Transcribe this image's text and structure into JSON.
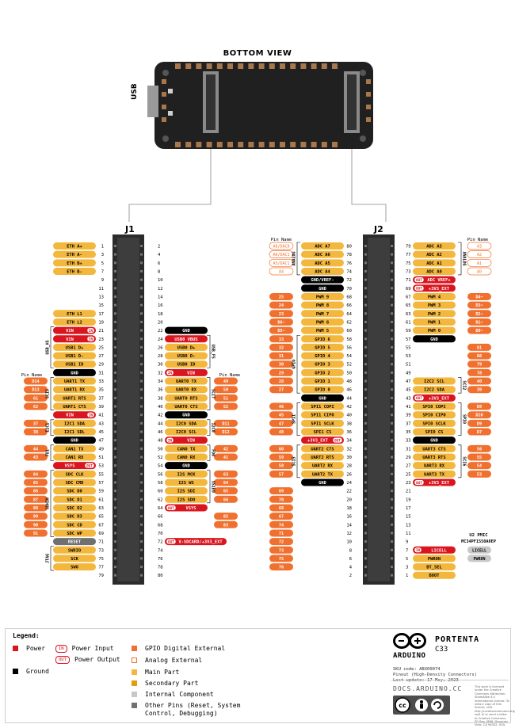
{
  "title": "BOTTOM VIEW",
  "usb_label": "USB",
  "connectors": {
    "j1": "J1",
    "j2": "J2"
  },
  "colors": {
    "power": "#d9161f",
    "ground": "#000000",
    "digital": "#f0712f",
    "main": "#f3b73d",
    "secondary": "#e69c11",
    "internal": "#c8c8c8",
    "other": "#707070",
    "analog_border": "#f0712f",
    "board": "#202020",
    "pad": "#a8774c",
    "pin": "#777777"
  },
  "pin_name_header": "Pin Name",
  "j1_left": [
    {
      "pin": "1",
      "name": "ETH A+",
      "t": "main"
    },
    {
      "pin": "3",
      "name": "ETH A-",
      "t": "main"
    },
    {
      "pin": "5",
      "name": "ETH B+",
      "t": "main"
    },
    {
      "pin": "7",
      "name": "ETH B-",
      "t": "main"
    },
    {
      "pin": "9"
    },
    {
      "pin": "11"
    },
    {
      "pin": "13"
    },
    {
      "pin": "15"
    },
    {
      "pin": "17",
      "name": "ETH L1",
      "t": "main"
    },
    {
      "pin": "19",
      "name": "ETH L2",
      "t": "main"
    },
    {
      "pin": "21",
      "name": "VIN",
      "t": "power",
      "badge": "IN"
    },
    {
      "pin": "23",
      "name": "VIN",
      "t": "power",
      "badge": "IN"
    },
    {
      "pin": "25",
      "name": "USB1 D+",
      "t": "main"
    },
    {
      "pin": "27",
      "name": "USB1 D-",
      "t": "main"
    },
    {
      "pin": "29",
      "name": "USB1 ID",
      "t": "main"
    },
    {
      "pin": "31",
      "name": "GND",
      "t": "ground"
    },
    {
      "pin": "33",
      "name": "UART1 TX",
      "t": "main",
      "pn": "D14"
    },
    {
      "pin": "35",
      "name": "UART1 RX",
      "t": "main",
      "pn": "D13"
    },
    {
      "pin": "37",
      "name": "UART1 RTS",
      "t": "main",
      "pn": "61"
    },
    {
      "pin": "39",
      "name": "UART1 CTS",
      "t": "main",
      "pn": "62"
    },
    {
      "pin": "41",
      "name": "VIN",
      "t": "power",
      "badge": "IN"
    },
    {
      "pin": "43",
      "name": "I2C1 SDA",
      "t": "main",
      "pn": "37"
    },
    {
      "pin": "45",
      "name": "I2C1 SDL",
      "t": "main",
      "pn": "38"
    },
    {
      "pin": "47",
      "name": "GND",
      "t": "ground"
    },
    {
      "pin": "49",
      "name": "CAN1 TX",
      "t": "main",
      "pn": "44"
    },
    {
      "pin": "51",
      "name": "CAN1 RX",
      "t": "main",
      "pn": "43"
    },
    {
      "pin": "53",
      "name": "VSYS",
      "t": "power",
      "badge": "OUT"
    },
    {
      "pin": "55",
      "name": "SDC CLK",
      "t": "main",
      "pn": "84"
    },
    {
      "pin": "57",
      "name": "SDC CMD",
      "t": "main",
      "pn": "85"
    },
    {
      "pin": "59",
      "name": "SDC D0",
      "t": "main",
      "pn": "86"
    },
    {
      "pin": "61",
      "name": "SDC D1",
      "t": "main",
      "pn": "87"
    },
    {
      "pin": "63",
      "name": "SDC D2",
      "t": "main",
      "pn": "88"
    },
    {
      "pin": "65",
      "name": "SDC D3",
      "t": "main",
      "pn": "89"
    },
    {
      "pin": "67",
      "name": "SDC CD",
      "t": "main",
      "pn": "90"
    },
    {
      "pin": "69",
      "name": "SDC WP",
      "t": "main",
      "pn": "91"
    },
    {
      "pin": "71",
      "name": "RESET",
      "t": "other"
    },
    {
      "pin": "73",
      "name": "SWDIO",
      "t": "main"
    },
    {
      "pin": "75",
      "name": "SCK",
      "t": "main"
    },
    {
      "pin": "77",
      "name": "SWO",
      "t": "main"
    },
    {
      "pin": "79"
    }
  ],
  "j1_right": [
    {
      "pin": "2"
    },
    {
      "pin": "4"
    },
    {
      "pin": "6"
    },
    {
      "pin": "8"
    },
    {
      "pin": "10"
    },
    {
      "pin": "12"
    },
    {
      "pin": "14"
    },
    {
      "pin": "16"
    },
    {
      "pin": "18"
    },
    {
      "pin": "20"
    },
    {
      "pin": "22",
      "name": "GND",
      "t": "ground"
    },
    {
      "pin": "24",
      "name": "USB0 VBUS",
      "t": "power"
    },
    {
      "pin": "26",
      "name": "USB0 D+",
      "t": "main"
    },
    {
      "pin": "28",
      "name": "USB0 D-",
      "t": "main"
    },
    {
      "pin": "30",
      "name": "USB0 ID",
      "t": "main"
    },
    {
      "pin": "32",
      "name": "VIN",
      "t": "power",
      "badge": "IN"
    },
    {
      "pin": "34",
      "name": "UART0 TX",
      "t": "main",
      "pn": "49"
    },
    {
      "pin": "36",
      "name": "UART0 RX",
      "t": "main",
      "pn": "50"
    },
    {
      "pin": "38",
      "name": "UART0 RTS",
      "t": "main",
      "pn": "51"
    },
    {
      "pin": "40",
      "name": "UART0 CTS",
      "t": "main",
      "pn": "52"
    },
    {
      "pin": "42",
      "name": "GND",
      "t": "ground"
    },
    {
      "pin": "44",
      "name": "I2C0 SDA",
      "t": "main",
      "pn": "D11"
    },
    {
      "pin": "46",
      "name": "I2C0 SCL",
      "t": "main",
      "pn": "D12"
    },
    {
      "pin": "48",
      "name": "VIN",
      "t": "power",
      "badge": "IN"
    },
    {
      "pin": "50",
      "name": "CAN0 TX",
      "t": "main",
      "pn": "42"
    },
    {
      "pin": "52",
      "name": "CAN0 RX",
      "t": "main",
      "pn": "41"
    },
    {
      "pin": "54",
      "name": "GND",
      "t": "ground"
    },
    {
      "pin": "56",
      "name": "I2S MCK",
      "t": "main",
      "pn": "63"
    },
    {
      "pin": "58",
      "name": "I2S WS",
      "t": "main",
      "pn": "64"
    },
    {
      "pin": "60",
      "name": "I2S SDI",
      "t": "main",
      "pn": "65"
    },
    {
      "pin": "62",
      "name": "I2S SDO",
      "t": "main",
      "pn": "66"
    },
    {
      "pin": "64",
      "name": "VSYS",
      "t": "power",
      "badge": "OUT"
    },
    {
      "pin": "66",
      "pn": "82"
    },
    {
      "pin": "68",
      "pn": "83"
    },
    {
      "pin": "70"
    },
    {
      "pin": "72",
      "name": "V-SDCARD/+3V3_EXT",
      "t": "power",
      "badge": "OUT",
      "wide": true
    },
    {
      "pin": "74"
    },
    {
      "pin": "76"
    },
    {
      "pin": "78"
    },
    {
      "pin": "80"
    }
  ],
  "j1_groups_left": [
    {
      "label": "USB_HS",
      "from": 10,
      "to": 14
    },
    {
      "label": "SCI5",
      "from": 16,
      "to": 19
    },
    {
      "label": "I2C1",
      "from": 21,
      "to": 22
    },
    {
      "label": "FD1",
      "from": 24,
      "to": 25
    },
    {
      "label": "SDHI0",
      "from": 27,
      "to": 34
    },
    {
      "label": "JTAG",
      "from": 36,
      "to": 38
    }
  ],
  "j1_groups_right": [
    {
      "label": "USB_FS",
      "from": 11,
      "to": 14
    },
    {
      "label": "SCI7",
      "from": 16,
      "to": 19
    },
    {
      "label": "I2C0",
      "from": 21,
      "to": 22
    },
    {
      "label": "FD0",
      "from": 24,
      "to": 25
    },
    {
      "label": "SSIE0",
      "from": 27,
      "to": 30
    }
  ],
  "j2_left": [
    {
      "pin": "80",
      "name": "ADC A7",
      "t": "main",
      "pn": "A6/DAC0",
      "pt": "analog"
    },
    {
      "pin": "78",
      "name": "ADC A6",
      "t": "main",
      "pn": "A6/DAC1",
      "pt": "analog"
    },
    {
      "pin": "76",
      "name": "ADC A5",
      "t": "main",
      "pn": "A5/DAC1",
      "pt": "analog"
    },
    {
      "pin": "74",
      "name": "ADC A4",
      "t": "main",
      "pn": "A4",
      "pt": "analog"
    },
    {
      "pin": "72",
      "name": "GND/VREF-",
      "t": "ground"
    },
    {
      "pin": "70",
      "name": "GND",
      "t": "ground"
    },
    {
      "pin": "68",
      "name": "PWM 9",
      "t": "main",
      "pn": "25"
    },
    {
      "pin": "66",
      "name": "PWM 8",
      "t": "main",
      "pn": "24"
    },
    {
      "pin": "64",
      "name": "PWM 7",
      "t": "main",
      "pn": "23"
    },
    {
      "pin": "62",
      "name": "PWM 6",
      "t": "main",
      "pn": "D6~"
    },
    {
      "pin": "60",
      "name": "PWM 5",
      "t": "main",
      "pn": "D5~"
    },
    {
      "pin": "58",
      "name": "GPIO 6",
      "t": "main",
      "pn": "33"
    },
    {
      "pin": "56",
      "name": "GPIO 5",
      "t": "main",
      "pn": "32"
    },
    {
      "pin": "54",
      "name": "GPIO 4",
      "t": "main",
      "pn": "31"
    },
    {
      "pin": "52",
      "name": "GPIO 3",
      "t": "main",
      "pn": "30"
    },
    {
      "pin": "50",
      "name": "GPIO 2",
      "t": "main",
      "pn": "29"
    },
    {
      "pin": "48",
      "name": "GPIO 1",
      "t": "main",
      "pn": "28"
    },
    {
      "pin": "46",
      "name": "GPIO 0",
      "t": "main",
      "pn": "27"
    },
    {
      "pin": "44",
      "name": "GND",
      "t": "ground"
    },
    {
      "pin": "42",
      "name": "SPI1 COPI",
      "t": "main",
      "pn": "46"
    },
    {
      "pin": "40",
      "name": "SPI1 CIPO",
      "t": "main",
      "pn": "45"
    },
    {
      "pin": "38",
      "name": "SPI1 SCLK",
      "t": "main",
      "pn": "47"
    },
    {
      "pin": "36",
      "name": "SPI1 CS",
      "t": "main",
      "pn": "48"
    },
    {
      "pin": "34",
      "name": "+3V3_EXT",
      "t": "power",
      "badge": "OUT"
    },
    {
      "pin": "32",
      "name": "UART2 CTS",
      "t": "main",
      "pn": "60"
    },
    {
      "pin": "30",
      "name": "UART2 RTS",
      "t": "main",
      "pn": "59"
    },
    {
      "pin": "28",
      "name": "UART2 RX",
      "t": "main",
      "pn": "58"
    },
    {
      "pin": "26",
      "name": "UART2 TX",
      "t": "main",
      "pn": "57"
    },
    {
      "pin": "24",
      "name": "GND",
      "t": "ground"
    },
    {
      "pin": "22",
      "pn": "69"
    },
    {
      "pin": "20",
      "pn": "70"
    },
    {
      "pin": "18",
      "pn": "68"
    },
    {
      "pin": "16",
      "pn": "67"
    },
    {
      "pin": "14",
      "pn": "74"
    },
    {
      "pin": "12",
      "pn": "71"
    },
    {
      "pin": "10",
      "pn": "72"
    },
    {
      "pin": "8",
      "pn": "73"
    },
    {
      "pin": "6",
      "pn": "75"
    },
    {
      "pin": "4",
      "pn": "76"
    },
    {
      "pin": "2"
    }
  ],
  "j2_right": [
    {
      "pin": "79",
      "name": "ADC A3",
      "t": "main",
      "pn": "A3",
      "pt": "analog"
    },
    {
      "pin": "77",
      "name": "ADC A2",
      "t": "main",
      "pn": "A2",
      "pt": "analog"
    },
    {
      "pin": "75",
      "name": "ADC A1",
      "t": "main",
      "pn": "A1",
      "pt": "analog"
    },
    {
      "pin": "73",
      "name": "ADC A0",
      "t": "main",
      "pn": "A0",
      "pt": "analog"
    },
    {
      "pin": "71",
      "name": "ADC VREF+",
      "t": "power",
      "badge": "OUT"
    },
    {
      "pin": "69",
      "name": "+3V3_EXT",
      "t": "power",
      "badge": "OUT"
    },
    {
      "pin": "67",
      "name": "PWM 4",
      "t": "main",
      "pn": "D4~"
    },
    {
      "pin": "65",
      "name": "PWM 3",
      "t": "main",
      "pn": "D3~"
    },
    {
      "pin": "63",
      "name": "PWM 2",
      "t": "main",
      "pn": "D2~"
    },
    {
      "pin": "61",
      "name": "PWM 1",
      "t": "main",
      "pn": "D1~"
    },
    {
      "pin": "59",
      "name": "PWM 0",
      "t": "main",
      "pn": "D0~"
    },
    {
      "pin": "57",
      "name": "GND",
      "t": "ground"
    },
    {
      "pin": "55",
      "pn": "81"
    },
    {
      "pin": "53",
      "pn": "88"
    },
    {
      "pin": "51",
      "pn": "79"
    },
    {
      "pin": "49",
      "pn": "78"
    },
    {
      "pin": "47",
      "name": "I2C2 SCL",
      "t": "main",
      "pn": "40"
    },
    {
      "pin": "45",
      "name": "I2C2 SDA",
      "t": "main",
      "pn": "39"
    },
    {
      "pin": "43",
      "name": "+3V3_EXT",
      "t": "power",
      "badge": "OUT"
    },
    {
      "pin": "41",
      "name": "SPI0 COPI",
      "t": "main",
      "pn": "D8"
    },
    {
      "pin": "39",
      "name": "SPI0 CIPO",
      "t": "main",
      "pn": "D10"
    },
    {
      "pin": "37",
      "name": "SPI0 SCLK",
      "t": "main",
      "pn": "D9"
    },
    {
      "pin": "35",
      "name": "SPI0 CS",
      "t": "main",
      "pn": "D7"
    },
    {
      "pin": "33",
      "name": "GND",
      "t": "ground"
    },
    {
      "pin": "31",
      "name": "UART3 CTS",
      "t": "main",
      "pn": "56"
    },
    {
      "pin": "29",
      "name": "UART3 RTS",
      "t": "main",
      "pn": "55"
    },
    {
      "pin": "27",
      "name": "UART3 RX",
      "t": "main",
      "pn": "54"
    },
    {
      "pin": "25",
      "name": "UART3 TX",
      "t": "main",
      "pn": "53"
    },
    {
      "pin": "23",
      "name": "+3V3_EXT",
      "t": "power",
      "badge": "OUT"
    },
    {
      "pin": "21"
    },
    {
      "pin": "19"
    },
    {
      "pin": "17"
    },
    {
      "pin": "15"
    },
    {
      "pin": "13"
    },
    {
      "pin": "11"
    },
    {
      "pin": "9"
    },
    {
      "pin": "7",
      "name": "LICELL",
      "t": "power",
      "badge": "IN",
      "pn": "LICELL",
      "pt": "internal"
    },
    {
      "pin": "5",
      "name": "PWRON",
      "t": "main",
      "pn": "PWRON",
      "pt": "internal"
    },
    {
      "pin": "3",
      "name": "BT_SEL",
      "t": "main"
    },
    {
      "pin": "1",
      "name": "BOOT",
      "t": "main"
    }
  ],
  "j2_groups_left": [
    {
      "label": "ANALOG",
      "from": 0,
      "to": 3
    },
    {
      "label": "GPIO",
      "from": 11,
      "to": 17
    },
    {
      "label": "SPI1",
      "from": 19,
      "to": 22
    },
    {
      "label": "SCI5",
      "from": 24,
      "to": 27
    }
  ],
  "j2_groups_right": [
    {
      "label": "ANALOG",
      "from": 0,
      "to": 3
    },
    {
      "label": "SCI2",
      "from": 16,
      "to": 17
    },
    {
      "label": "SPI0",
      "from": 19,
      "to": 22
    },
    {
      "label": "SCI6",
      "from": 24,
      "to": 27
    }
  ],
  "pmic_label": "U2 PMIC\nMC34PF1550A0EP",
  "legend": {
    "title": "Legend:",
    "power": "Power",
    "ground": "Ground",
    "power_input": "Power Input",
    "power_output": "Power Output",
    "in_tag": "IN",
    "out_tag": "OUT",
    "gpio_digital": "GPIO Digital External",
    "analog_external": "Analog External",
    "main_part": "Main Part",
    "secondary_part": "Secondary Part",
    "internal_component": "Internal Component",
    "other_pins": "Other Pins (Reset, System\nControl, Debugging)"
  },
  "brand": {
    "name": "PORTENTA",
    "model": "C33",
    "arduino": "ARDUINO",
    "info": "SKU code: ABX00074\nPinout (High-Density Connectors)\nLast update: 17 May, 2023",
    "url": "DOCS.ARDUINO.CC",
    "license": "This work is licensed under the Creative Commons Attribution-ShareAlike 4.0 International License. To view a copy of this license, visit http://creativecommons.org/licenses/by-sa/4.0/ or send a letter to Creative Commons, PO Box 1866, Mountain View, CA 94042, USA."
  }
}
